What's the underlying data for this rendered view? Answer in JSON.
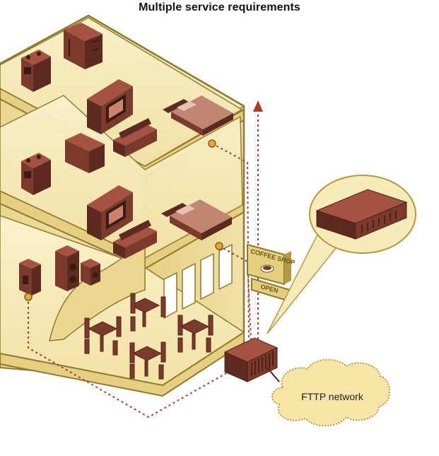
{
  "title": "Multiple service requirements",
  "labels": {
    "sign_top": "COFFEE SHOP",
    "sign_bottom": "OPEN",
    "cloud": "FTTP network"
  },
  "colors": {
    "wall_light": "#f4e7b4",
    "wall_mid": "#e8d48c",
    "floor": "#f7ebbe",
    "outline": "#8c7a2e",
    "furniture": "#7a3a2c",
    "furniture_dark": "#4f2218",
    "fiber": "#b0382a",
    "node": "#e3a93a",
    "cloud_fill": "#f8e6a6",
    "callout_fill": "#f7ecb9"
  },
  "icons": [
    "stove-icon",
    "fridge-icon",
    "tv-cabinet-icon",
    "bed-icon",
    "sofa-icon",
    "stereo-icon",
    "coffee-machine-icon",
    "dining-table-icon",
    "onu-device-icon",
    "coffee-cup-icon",
    "arrow-up-icon"
  ]
}
